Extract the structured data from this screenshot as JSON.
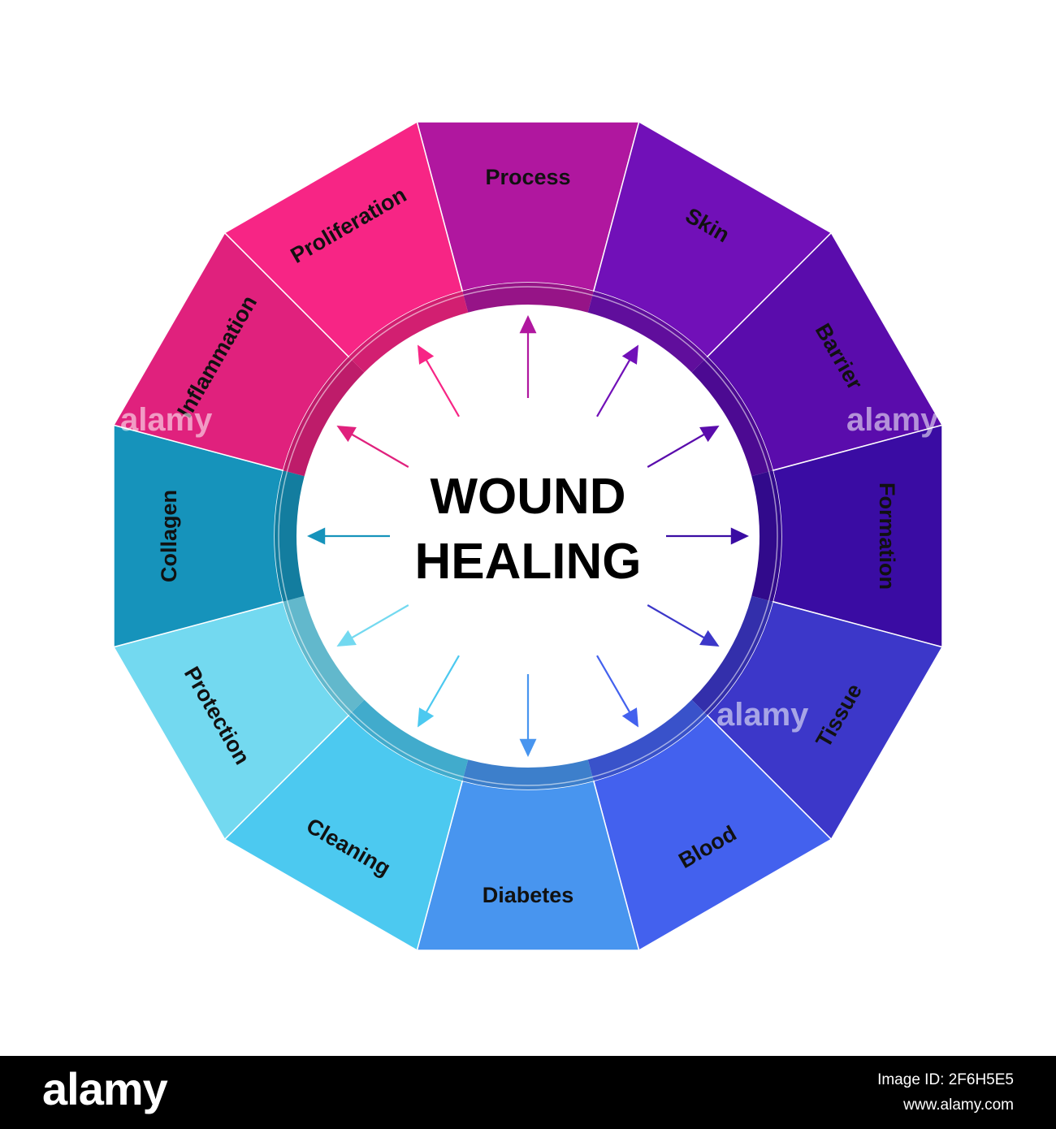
{
  "diagram": {
    "title_lines": [
      "WOUND",
      "HEALING"
    ],
    "segments": [
      {
        "label": "Process",
        "color": "#b0179f"
      },
      {
        "label": "Skin",
        "color": "#7110b8"
      },
      {
        "label": "Barrier",
        "color": "#5a0cac"
      },
      {
        "label": "Formation",
        "color": "#3a0ca3"
      },
      {
        "label": "Tissue",
        "color": "#3c37c9"
      },
      {
        "label": "Blood",
        "color": "#4361ee"
      },
      {
        "label": "Diabetes",
        "color": "#4895ef"
      },
      {
        "label": "Cleaning",
        "color": "#4cc9f0"
      },
      {
        "label": "Protection",
        "color": "#73d9f0"
      },
      {
        "label": "Collagen",
        "color": "#1693bb"
      },
      {
        "label": "Inflammation",
        "color": "#e0217d"
      },
      {
        "label": "Proliferation",
        "color": "#f72585"
      }
    ]
  },
  "watermark": {
    "text": "alamy"
  },
  "footer": {
    "logo": "alamy",
    "image_id": "Image ID: 2F6H5E5",
    "url": "www.alamy.com"
  }
}
